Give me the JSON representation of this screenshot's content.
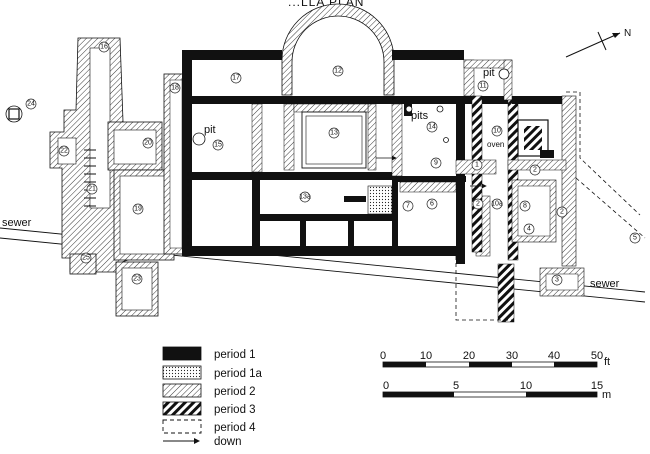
{
  "title_fragment": "...LLA PLAN",
  "north_label": "N",
  "labels": {
    "pit_a": "pit",
    "pit_b": "pit",
    "pits": "pits",
    "oven": "oven",
    "sewer_left": "sewer",
    "sewer_right": "sewer"
  },
  "room_numbers": {
    "r1": "1",
    "r2a": "2",
    "r2b": "2",
    "r2c": "2",
    "r3": "3",
    "r4": "4",
    "r5": "5",
    "r6": "6",
    "r7": "7",
    "r8": "8",
    "r9": "9",
    "r10": "10",
    "r10a": "10a",
    "r11": "11",
    "r12": "12",
    "r13": "13",
    "r13a": "13a",
    "r14": "14",
    "r15": "15",
    "r16": "16",
    "r17": "17",
    "r18": "18",
    "r19": "19",
    "r20": "20",
    "r21": "21",
    "r22": "22",
    "r23": "23",
    "r24": "24",
    "r25": "25"
  },
  "legend": [
    {
      "label": "period  1",
      "pattern": "solid"
    },
    {
      "label": "period  1a",
      "pattern": "dots"
    },
    {
      "label": "period  2",
      "pattern": "light-hatch"
    },
    {
      "label": "period  3",
      "pattern": "heavy-hatch"
    },
    {
      "label": "period  4",
      "pattern": "dashed"
    },
    {
      "label": "down",
      "pattern": "arrow"
    }
  ],
  "scale_ft": {
    "ticks": [
      "0",
      "10",
      "20",
      "30",
      "40",
      "50"
    ],
    "unit": "ft"
  },
  "scale_m": {
    "ticks": [
      "0",
      "5",
      "10",
      "15"
    ],
    "unit": "m"
  },
  "colors": {
    "ink": "#111111",
    "paper": "#ffffff"
  }
}
